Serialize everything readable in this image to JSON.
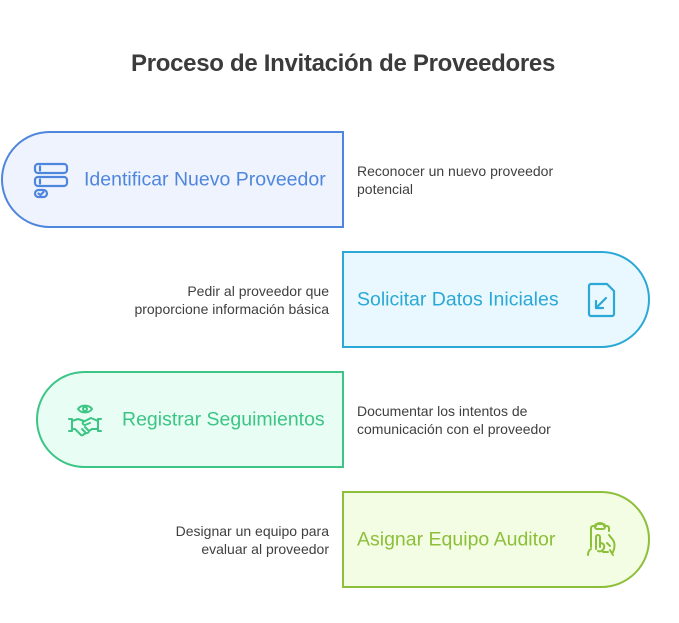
{
  "title": "Proceso de Invitación de Proveedores",
  "steps": [
    {
      "label": "Identificar Nuevo Proveedor",
      "description_lines": [
        "Reconocer un nuevo proveedor",
        "potencial"
      ],
      "icon": "server-list-check-icon",
      "color": "#4f86dd",
      "fill": "#eef3fe"
    },
    {
      "label": "Solicitar Datos Iniciales",
      "description_lines": [
        "Pedir al proveedor que",
        "proporcione información básica"
      ],
      "icon": "document-import-arrow-icon",
      "color": "#2ba8d6",
      "fill": "#e8f8fe"
    },
    {
      "label": "Registrar Seguimientos",
      "description_lines": [
        "Documentar los intentos de",
        "comunicación con el proveedor"
      ],
      "icon": "eye-handshake-icon",
      "color": "#3cc585",
      "fill": "#e8fdf3"
    },
    {
      "label": "Asignar Equipo Auditor",
      "description_lines": [
        "Designar un equipo para",
        "evaluar al proveedor"
      ],
      "icon": "clipboard-hand-icon",
      "color": "#8dbf3a",
      "fill": "#f3fde3"
    }
  ]
}
